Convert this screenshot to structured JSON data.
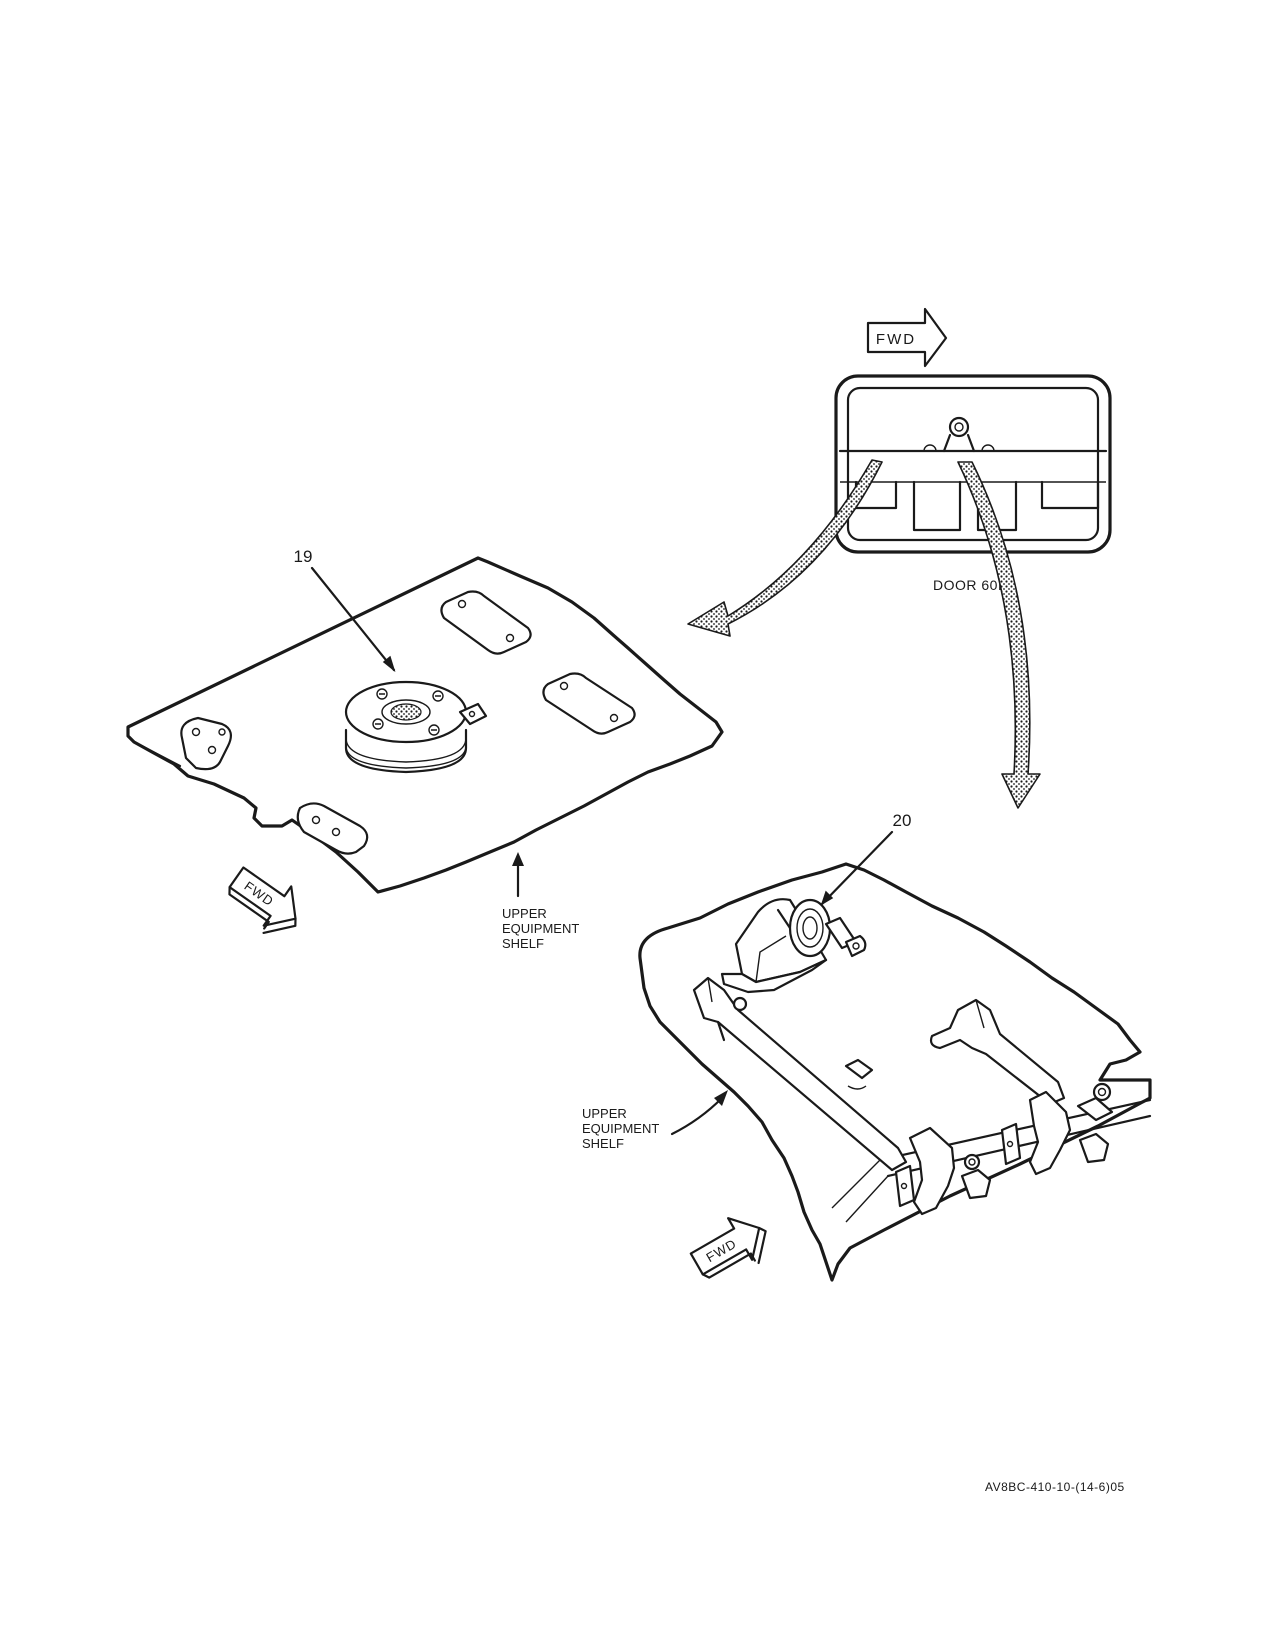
{
  "diagram": {
    "fwd_arrows": [
      {
        "id": "fwd-top",
        "text": "FWD"
      },
      {
        "id": "fwd-left",
        "text": "FWD"
      },
      {
        "id": "fwd-right",
        "text": "FWD"
      }
    ],
    "door_label": "DOOR 60R",
    "callouts": {
      "item_19": "19",
      "item_20": "20"
    },
    "shelf_label_left": [
      "UPPER",
      "EQUIPMENT",
      "SHELF"
    ],
    "shelf_label_right": [
      "UPPER",
      "EQUIPMENT",
      "SHELF"
    ],
    "figure_id": "AV8BC-410-10-(14-6)05",
    "colors": {
      "ink": "#1a1a1a",
      "paper": "#ffffff"
    }
  }
}
